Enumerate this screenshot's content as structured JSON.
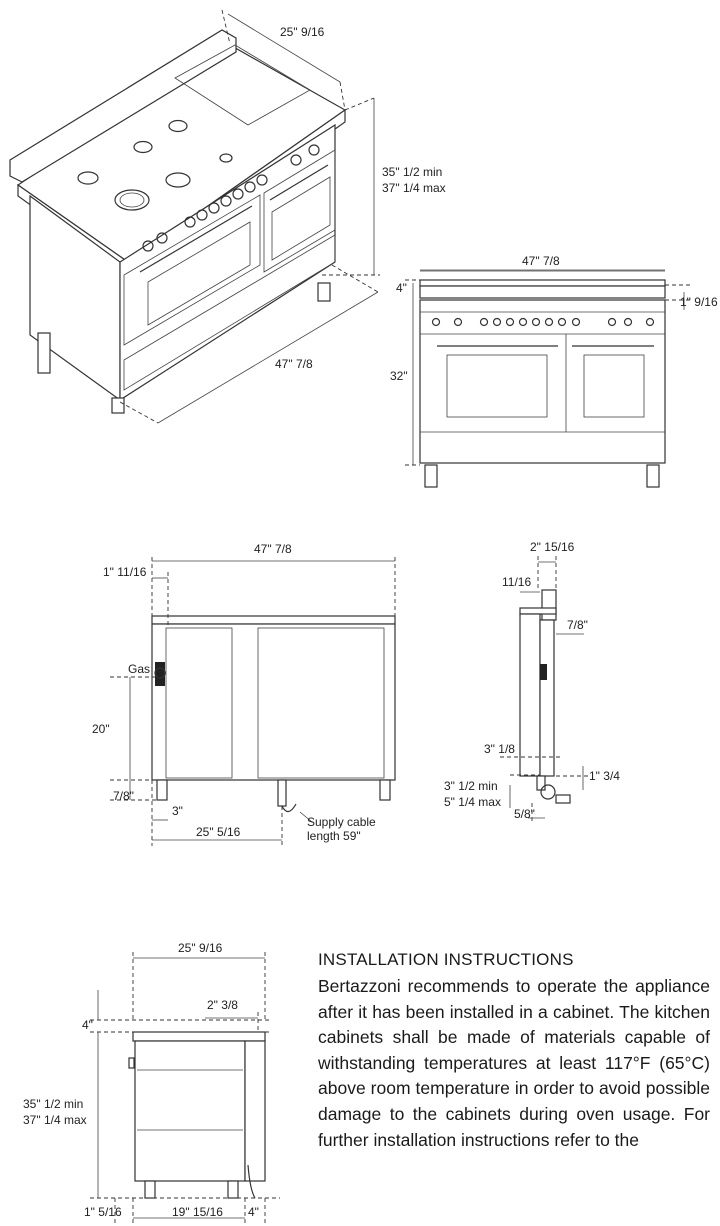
{
  "dimensions": {
    "depth": "25\" 9/16",
    "height_min": "35\" 1/2 min",
    "height_max": "37\" 1/4 max",
    "width": "47\" 7/8",
    "backguard": "4\"",
    "body_height": "32\"",
    "top_thickness": "1\" 9/16",
    "side_offset": "1\" 11/16",
    "gas_label": "Gas",
    "gas_height": "20\"",
    "leg_small": "7/8\"",
    "leg_offset": "3\"",
    "cable_offset": "25\" 5/16",
    "supply_cable_1": "Supply cable",
    "supply_cable_2": "length 59\"",
    "side_top": "2\" 15/16",
    "side_small": "11/16",
    "side_7_8": "7/8\"",
    "side_3_1_8": "3\" 1/8",
    "side_1_3_4": "1\" 3/4",
    "side_min": "3\" 1/2 min",
    "side_max": "5\" 1/4 max",
    "side_5_8": "5/8\"",
    "bottom_depth": "25\" 9/16",
    "bottom_2_3_8": "2\" 3/8",
    "bottom_4": "4\"",
    "bottom_min": "35\" 1/2 min",
    "bottom_max": "37\" 1/4 max",
    "bottom_1_5_16": "1\" 5/16",
    "bottom_19": "19\" 15/16",
    "bottom_4b": "4\""
  },
  "instructions": {
    "title": "INSTALLATION INSTRUCTIONS",
    "body": "Bertazzoni recommends to operate the appliance after it has been installed in a cabinet. The kitchen cabinets shall be made of materials capable of withstanding temperatures at least 117°F (65°C) above room temperature in order to avoid possible damage to the cabinets during oven usage. For further installation instructions refer to the"
  }
}
